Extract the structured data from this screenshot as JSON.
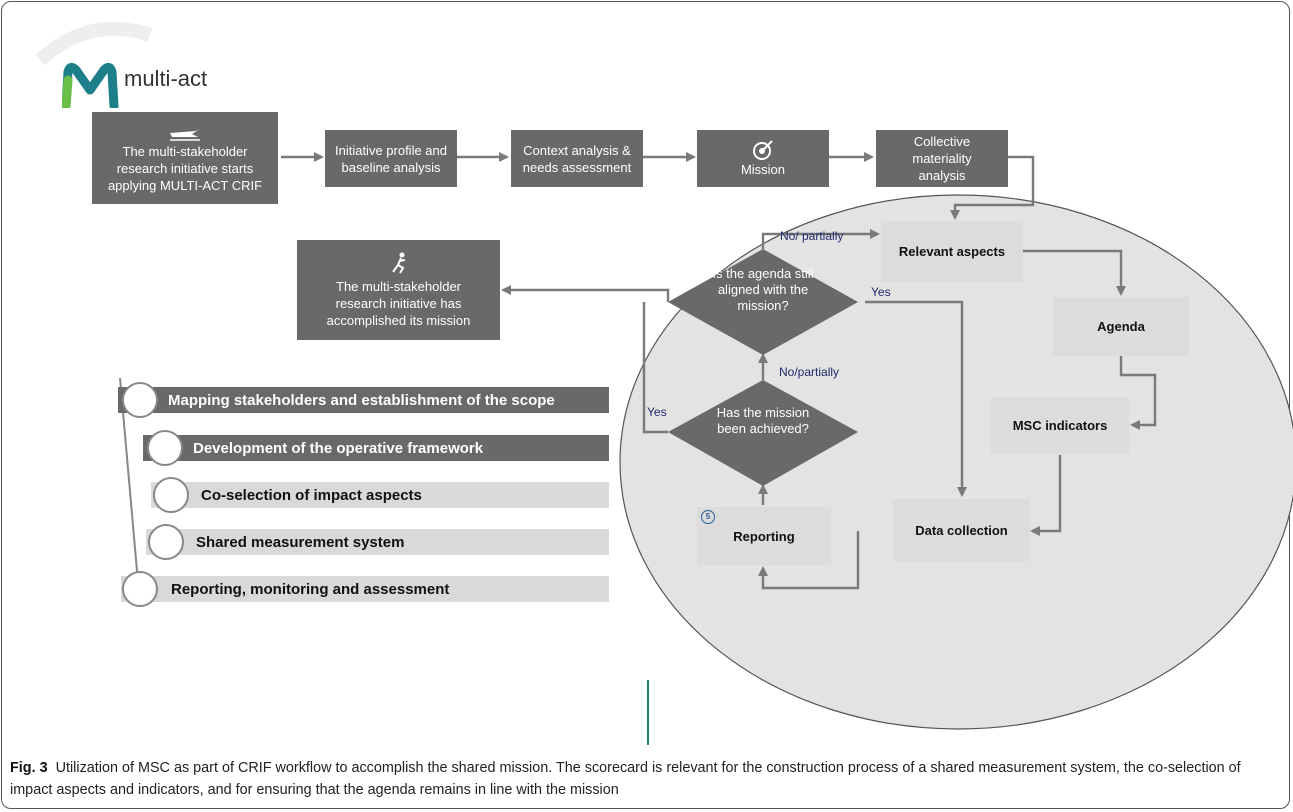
{
  "logo": {
    "text": "multi-act"
  },
  "top_row": {
    "start": "The multi-stakeholder research initiative starts applying MULTI-ACT CRIF",
    "profile": "Initiative profile and baseline analysis",
    "context": "Context analysis & needs assessment",
    "mission": "Mission",
    "materiality": "Collective materiality analysis"
  },
  "cycle": {
    "relevant": "Relevant aspects",
    "agenda": "Agenda",
    "msc": "MSC indicators",
    "data": "Data collection",
    "reporting": "Reporting",
    "reporting_badge": "5",
    "decision_agenda": "Is the agenda still aligned with the mission?",
    "decision_mission": "Has the mission been achieved?",
    "no_partially_1": "No/ partially",
    "no_partially_2": "No/partially",
    "yes_1": "Yes",
    "yes_2": "Yes"
  },
  "accomplished": "The multi-stakeholder research initiative has accomplished its mission",
  "steps": [
    {
      "label": "Mapping stakeholders and establishment of the scope"
    },
    {
      "label": "Development of the operative framework"
    },
    {
      "label": "Co-selection of impact aspects"
    },
    {
      "label": "Shared measurement system"
    },
    {
      "label": "Reporting, monitoring and assessment"
    }
  ],
  "caption": {
    "label": "Fig. 3",
    "text": "Utilization of MSC as part of CRIF workflow to accomplish the shared mission. The scorecard is relevant for the construction process of a shared measurement system, the co-selection of impact aspects and indicators, and for ensuring that the agenda remains in line with the mission"
  }
}
